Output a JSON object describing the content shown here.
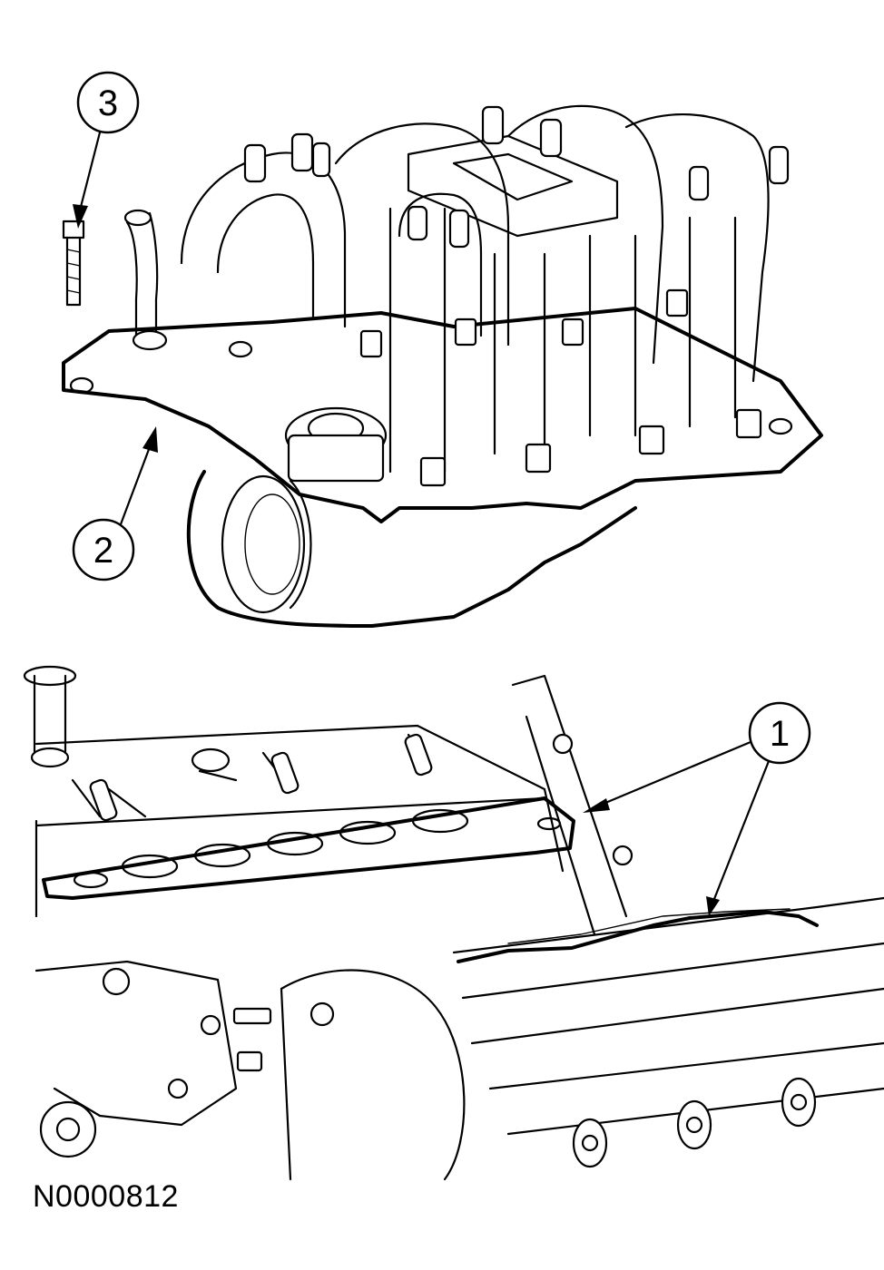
{
  "figure": {
    "id_label": "N0000812",
    "callouts": [
      {
        "number": "1"
      },
      {
        "number": "2"
      },
      {
        "number": "3"
      }
    ]
  }
}
